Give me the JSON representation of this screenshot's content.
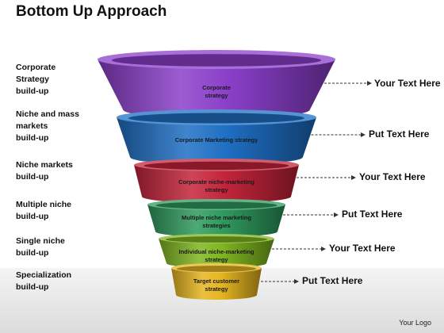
{
  "title": "Bottom Up Approach",
  "footer": "Your Logo",
  "stages": [
    {
      "left_label": "Corporate\nStrategy\nbuild-up",
      "inner_label": "Corporate\nstrategy",
      "side_text": "Your Text Here",
      "color": "#8a3fc9"
    },
    {
      "left_label": "Niche and mass\nmarkets\nbuild-up",
      "inner_label": "Corporate Marketing strategy",
      "side_text": "Put Text Here",
      "color": "#1e6fc4"
    },
    {
      "left_label": "Niche markets\nbuild-up",
      "inner_label": "Corporate niche-marketing\nstrategy",
      "side_text": "Your Text Here",
      "color": "#c4243b"
    },
    {
      "left_label": "Multiple niche\nbuild-up",
      "inner_label": "Multiple niche marketing\nstrategies",
      "side_text": "Put Text Here",
      "color": "#2f9a5e"
    },
    {
      "left_label": "Single niche\nbuild-up",
      "inner_label": "Individual niche-marketing\nstrategy",
      "side_text": "Your Text Here",
      "color": "#7fb520"
    },
    {
      "left_label": "Specialization\nbuild-up",
      "inner_label": "Target customer\nstrategy",
      "side_text": "Put Text Here",
      "color": "#e6b520"
    }
  ]
}
